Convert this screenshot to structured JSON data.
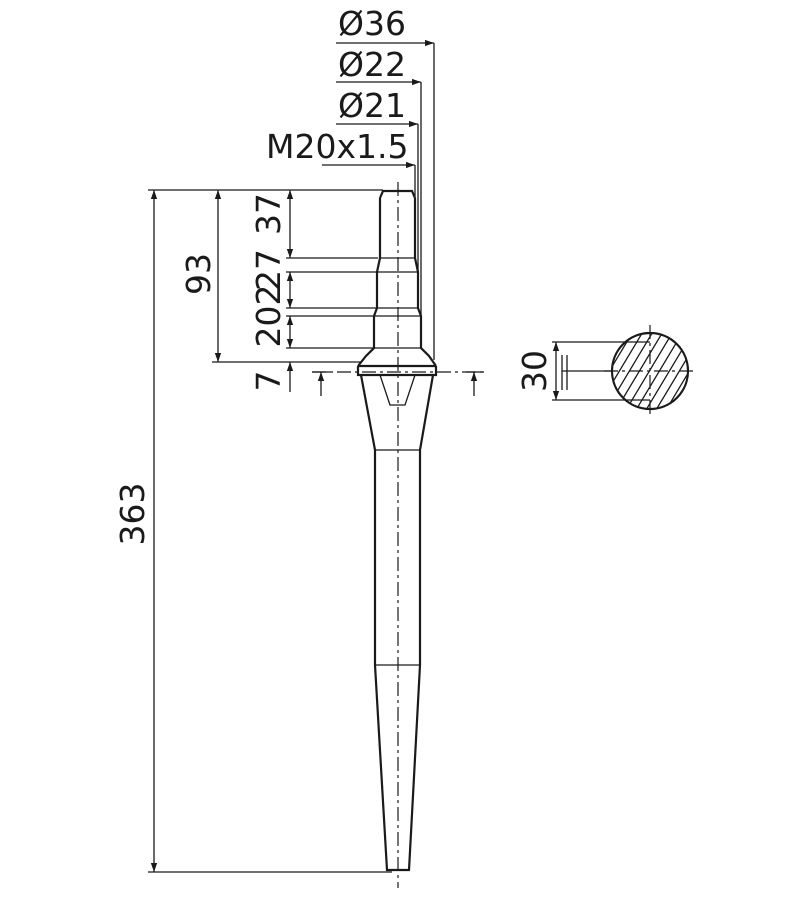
{
  "drawing": {
    "labels": {
      "dia_36": "Ø36",
      "dia_22": "Ø22",
      "dia_21": "Ø21",
      "thread": "M20x1.5",
      "len_37": "37",
      "len_27": "27",
      "len_202": "202",
      "len_93": "93",
      "len_7": "7",
      "len_363": "363",
      "section_30": "30"
    }
  }
}
